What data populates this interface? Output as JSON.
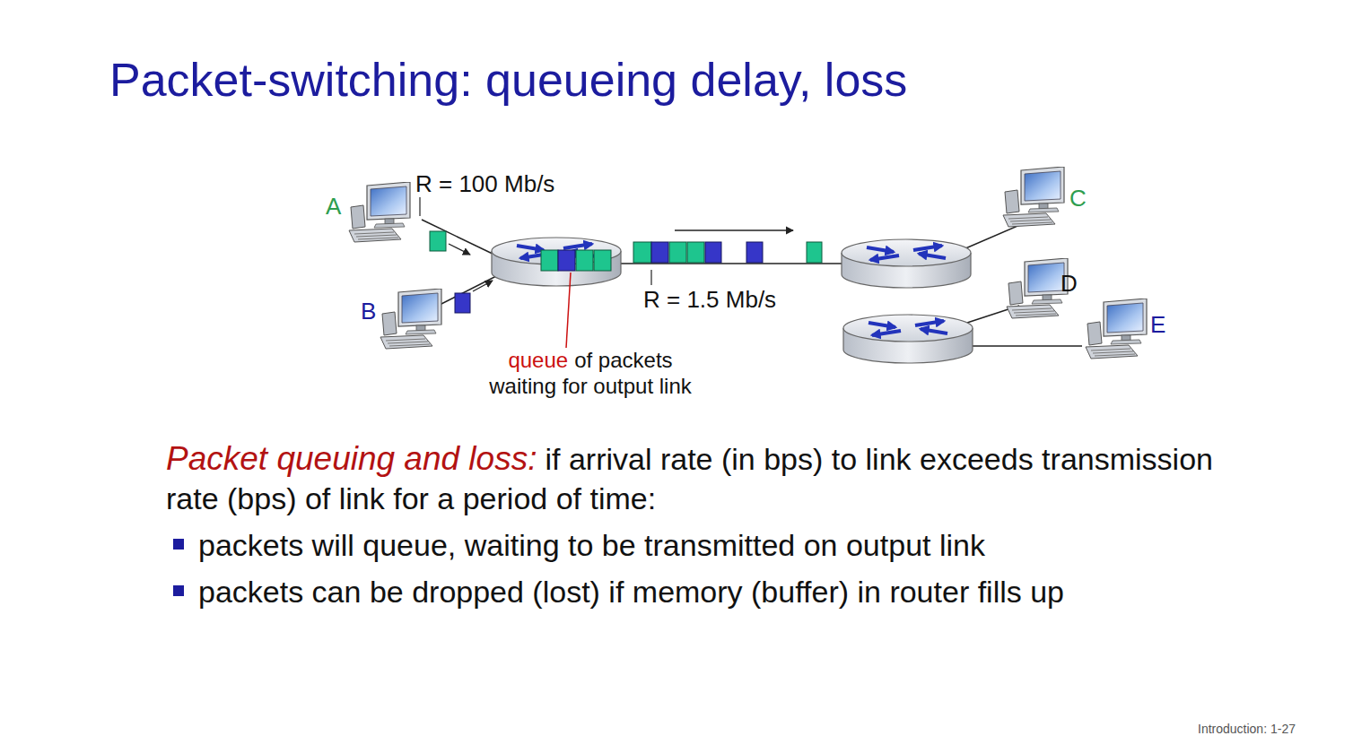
{
  "diagram": {
    "title": "Packet-switching: queueing delay, loss",
    "nodes": [
      {
        "text": [
          "A"
        ]
      },
      {
        "text": [
          "B"
        ]
      },
      {
        "text": [
          "C"
        ]
      },
      {
        "text": [
          "D"
        ]
      },
      {
        "text": [
          "E"
        ]
      }
    ],
    "labels": [
      "R = 100 Mb/s",
      "R = 1.5 Mb/s",
      "queue",
      "of packets",
      "waiting for output link",
      "Packet queuing and loss:",
      "if arrival rate (in bps) to link exceeds transmission rate (bps) of link for a period of time:",
      "packets will queue, waiting to be transmitted on output link",
      "packets can be dropped (lost) if memory (buffer) in router fills up",
      "Introduction: 1-27"
    ]
  }
}
